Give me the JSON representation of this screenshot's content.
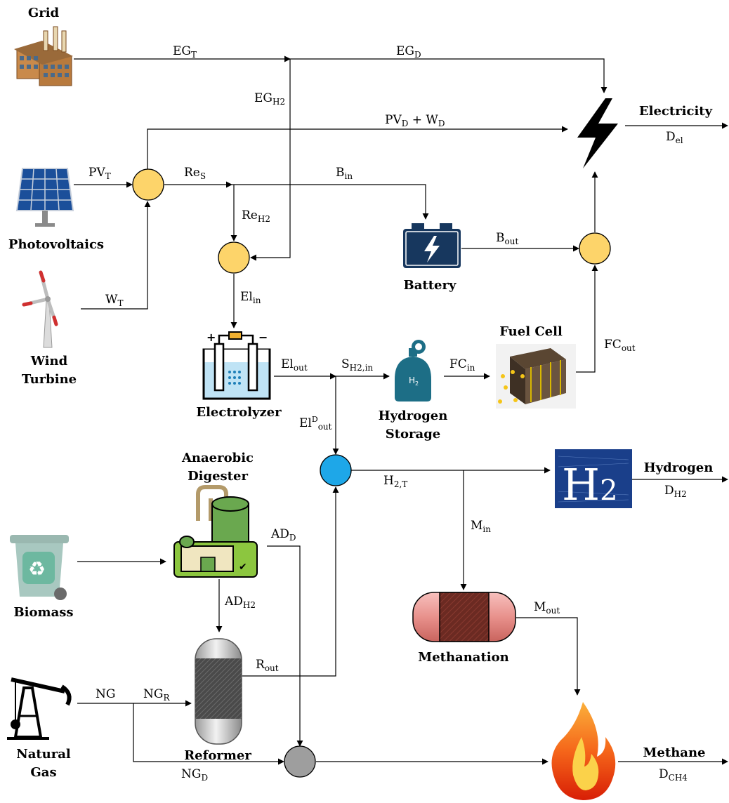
{
  "nodes": {
    "grid": "Grid",
    "photovoltaics": "Photovoltaics",
    "wind": [
      "Wind",
      "Turbine"
    ],
    "biomass": "Biomass",
    "natural_gas": [
      "Natural",
      "Gas"
    ],
    "battery": "Battery",
    "fuel_cell": "Fuel Cell",
    "electrolyzer": "Electrolyzer",
    "hydrogen_storage": [
      "Hydrogen",
      "Storage"
    ],
    "digester": [
      "Anaerobic",
      "Digester"
    ],
    "reformer": "Reformer",
    "methanation": "Methanation",
    "electricity": "Electricity",
    "hydrogen": "Hydrogen",
    "methane": "Methane",
    "h2_tank_label": "H",
    "h2_tank_sub": "2",
    "h2_sign": "H",
    "h2_sign_sub": "2"
  },
  "flows": {
    "eg_t": {
      "main": "EG",
      "sub": "T"
    },
    "eg_d": {
      "main": "EG",
      "sub": "D"
    },
    "eg_h2": {
      "main": "EG",
      "sub": "H2"
    },
    "pv_d": {
      "main": "PV",
      "sub": "D"
    },
    "plus": " + ",
    "w_d": {
      "main": "W",
      "sub": "D"
    },
    "pv_t": {
      "main": "PV",
      "sub": "T"
    },
    "re_s": {
      "main": "Re",
      "sub": "S"
    },
    "b_in": {
      "main": "B",
      "sub": "in"
    },
    "re_h2": {
      "main": "Re",
      "sub": "H2"
    },
    "b_out": {
      "main": "B",
      "sub": "out"
    },
    "w_t": {
      "main": "W",
      "sub": "T"
    },
    "el_in": {
      "main": "El",
      "sub": "in"
    },
    "fc_out": {
      "main": "FC",
      "sub": "out"
    },
    "el_out": {
      "main": "El",
      "sub": "out"
    },
    "s_h2_in": {
      "main": "S",
      "sub": "H2,in"
    },
    "fc_in": {
      "main": "FC",
      "sub": "in"
    },
    "el_d_out": {
      "main": "El",
      "sup": "D",
      "sub": "out"
    },
    "h2_t": {
      "main": "H",
      "sub": "2,T"
    },
    "m_in": {
      "main": "M",
      "sub": "in"
    },
    "ad_d": {
      "main": "AD",
      "sub": "D"
    },
    "ad_h2": {
      "main": "AD",
      "sub": "H2"
    },
    "m_out": {
      "main": "M",
      "sub": "out"
    },
    "r_out": {
      "main": "R",
      "sub": "out"
    },
    "ng": {
      "main": "NG"
    },
    "ng_r": {
      "main": "NG",
      "sub": "R"
    },
    "ng_d": {
      "main": "NG",
      "sub": "D"
    },
    "d_el": {
      "main": "D",
      "sub": "el"
    },
    "d_h2": {
      "main": "D",
      "sub": "H2"
    },
    "d_ch4": {
      "main": "D",
      "sub": "CH4"
    }
  },
  "colors": {
    "junction_yellow": "#FDD46A",
    "junction_blue": "#1EA7E8",
    "junction_gray": "#9E9E9E",
    "battery_blue": "#17375E",
    "storage_teal": "#1D6E86"
  }
}
